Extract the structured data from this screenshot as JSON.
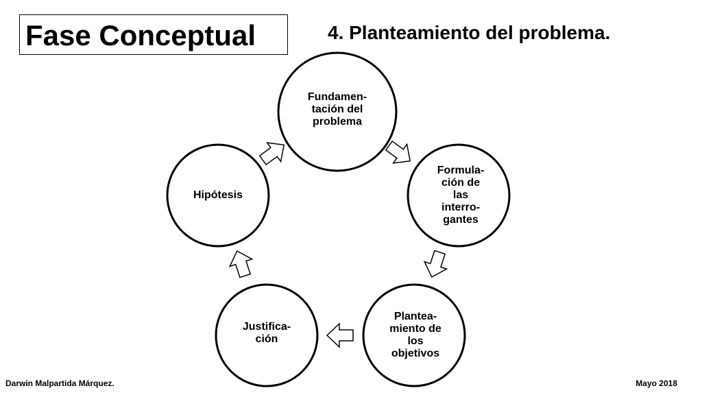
{
  "header": {
    "title": "Fase Conceptual",
    "subtitle": "4. Planteamiento del problema."
  },
  "cycle": {
    "nodes": [
      {
        "id": "fundamentacion",
        "label": "Fundamen-\ntación del\nproblema"
      },
      {
        "id": "formulacion",
        "label": "Formula-\nción de\nlas\ninterro-\ngantes"
      },
      {
        "id": "planteamiento",
        "label": "Plantea-\nmiento de\nlos\nobjetivos"
      },
      {
        "id": "justificacion",
        "label": "Justifica-\nción"
      },
      {
        "id": "hipotesis",
        "label": "Hipótesis"
      }
    ]
  },
  "footer": {
    "author": "Darwin Malpartida Márquez.",
    "date": "Mayo 2018"
  }
}
